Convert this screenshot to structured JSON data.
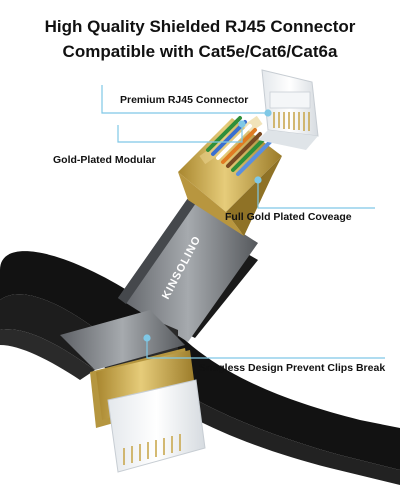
{
  "title": {
    "line1": "High Quality Shielded RJ45 Connector",
    "line2": "Compatible with Cat5e/Cat6/Cat6a"
  },
  "callouts": {
    "premium_connector": "Premium RJ45 Connector",
    "gold_modular": "Gold-Plated Modular",
    "gold_coveage": "Full Gold Plated Coveage",
    "snagless": "Snagless Design Prevent Clips Break"
  },
  "brand": "KINSOLINO",
  "colors": {
    "callout_line": "#7fc8e6",
    "gold": "#c9a84f",
    "boot_gray": "#7d8186",
    "cable_black": "#121212"
  }
}
